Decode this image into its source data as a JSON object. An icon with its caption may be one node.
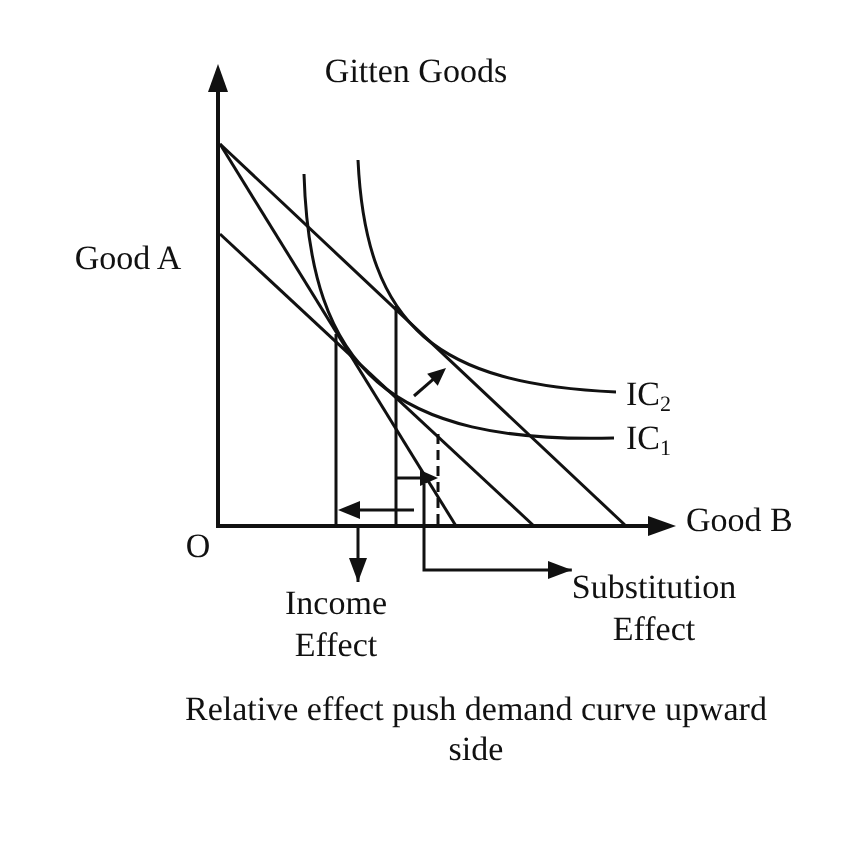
{
  "diagram": {
    "title": "Gitten Goods",
    "caption": "Relative effect push demand curve upward side",
    "nodes": [
      {
        "text": [
          "Income Effect"
        ]
      },
      {
        "text": [
          "Substitution Effect"
        ]
      }
    ],
    "edges": [
      {
        "from": null,
        "to": 0,
        "arrow": "to"
      },
      {
        "from": null,
        "to": 1,
        "arrow": "to"
      }
    ],
    "labels": [
      "Good A",
      "IC$_{2}$",
      "IC$_{1}$",
      "Good B",
      "O"
    ]
  }
}
